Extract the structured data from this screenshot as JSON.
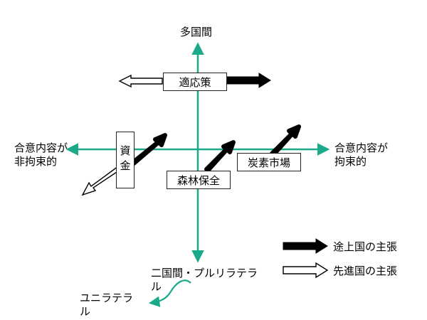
{
  "axes": {
    "top": "多国間",
    "left_line1": "合意内容が",
    "left_line2": "非拘束的",
    "right_line1": "合意内容が",
    "right_line2": "拘束的",
    "bottom_line1": "二国間・プルリラテラ",
    "bottom_line2": "ル",
    "bottom_far_line1": "ユニラテラ",
    "bottom_far_line2": "ル"
  },
  "boxes": {
    "adaptation": "適応策",
    "finance": "資金",
    "forest": "森林保全",
    "carbon": "炭素市場"
  },
  "legend": {
    "developing": "途上国の主張",
    "developed": "先進国の主張"
  },
  "colors": {
    "axis": "#1aaa8a",
    "developing_arrow": "#000000",
    "developed_arrow": "#ffffff"
  }
}
